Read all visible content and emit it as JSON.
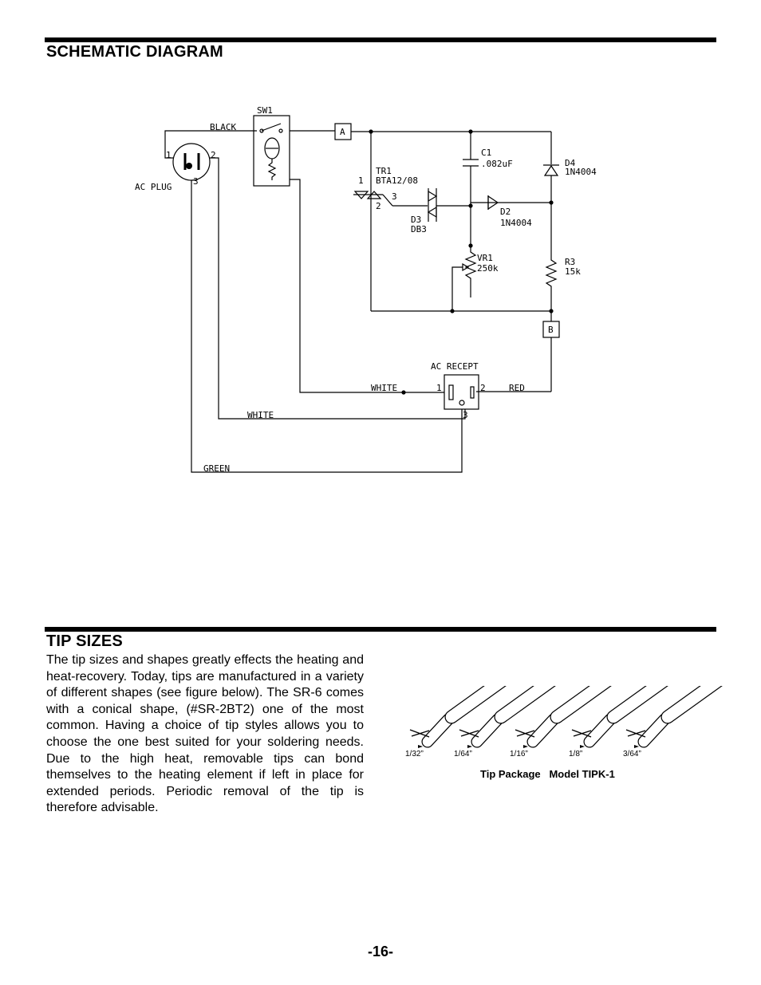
{
  "schematic_section": {
    "heading": "SCHEMATIC DIAGRAM",
    "labels": {
      "sw1": "SW1",
      "black": "BLACK",
      "ac_plug": "AC PLUG",
      "plug_pin1": "1",
      "plug_pin2": "2",
      "plug_pin3": "3",
      "terminal_a": "A",
      "terminal_b": "B",
      "c1": "C1",
      "c1_value": ".082uF",
      "d4": "D4",
      "d4_value": "1N4004",
      "tr1_pin1": "1",
      "tr1": "TR1",
      "tr1_value": "BTA12/08",
      "tr1_pin3": "3",
      "tr1_pin2": "2",
      "d3": "D3",
      "d3_value": "DB3",
      "d2": "D2",
      "d2_value": "1N4004",
      "vr1": "VR1",
      "vr1_value": "250k",
      "r3": "R3",
      "r3_value": "15k",
      "ac_recept": "AC RECEPT",
      "white_upper": "WHITE",
      "recept_pin1": "1",
      "recept_pin2": "2",
      "recept_pin3": "3",
      "red": "RED",
      "white_lower": "WHITE",
      "green": "GREEN"
    }
  },
  "tip_section": {
    "heading": "TIP SIZES",
    "paragraph": "The tip sizes and shapes greatly effects the heating and heat-recovery. Today, tips are manufactured in a variety of different shapes (see figure below). The SR-6 comes with a conical shape, (#SR-2BT2) one of the most common.  Having a choice of tip styles allows you to choose the one best suited for your soldering needs.  Due to the high heat, removable tips can bond themselves to the heating element if left in place for extended periods.  Periodic removal of the tip is therefore advisable.",
    "tips": [
      {
        "size": "1/32”"
      },
      {
        "size": "1/64”"
      },
      {
        "size": "1/16”"
      },
      {
        "size": "1/8”"
      },
      {
        "size": "3/64”"
      }
    ],
    "caption": "Tip Package   Model TIPK-1"
  },
  "footer": {
    "page_number": "-16-"
  }
}
